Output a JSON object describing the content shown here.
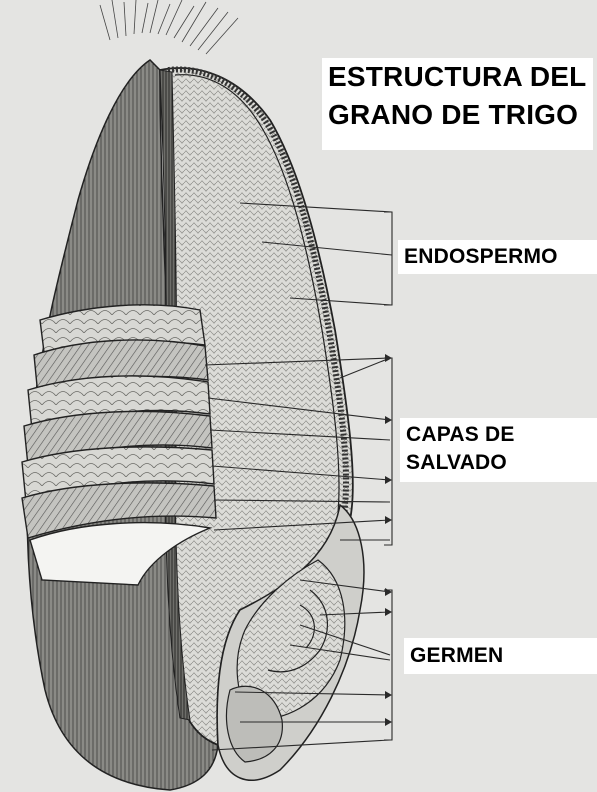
{
  "title": {
    "line1": "ESTRUCTURA DEL",
    "line2": "GRANO DE TRIGO"
  },
  "labels": {
    "endosperm": "ENDOSPERMO",
    "bran_line1": "CAPAS DE",
    "bran_line2": "SALVADO",
    "germ": "GERMEN"
  },
  "colors": {
    "paper": "#e4e4e2",
    "ink": "#2a2a2a",
    "label_background": "#ffffff"
  }
}
